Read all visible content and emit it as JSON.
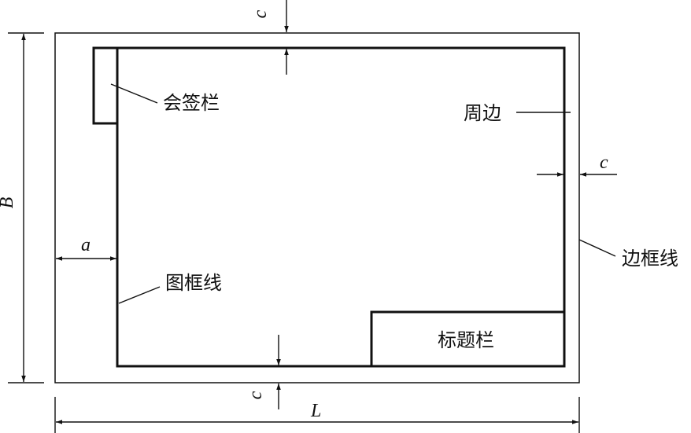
{
  "labels": {
    "countersign_block": "会签栏",
    "trim_edge": "周边",
    "border_line": "边框线",
    "frame_line": "图框线",
    "title_block": "标题栏"
  },
  "dims": {
    "c_top": "c",
    "c_right": "c",
    "c_bottom": "c",
    "a": "a",
    "B": "B",
    "L": "L"
  }
}
